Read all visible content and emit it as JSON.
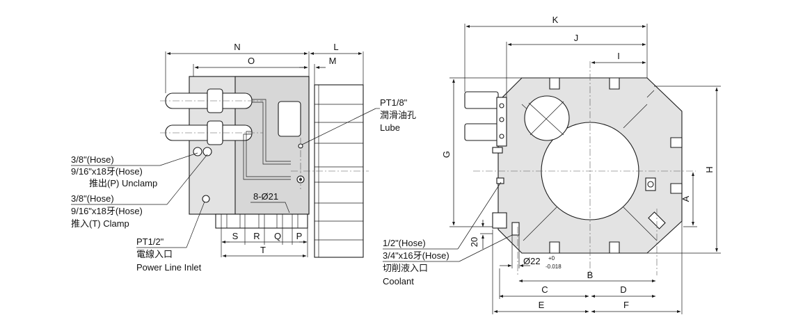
{
  "dimensions": {
    "N": "N",
    "O": "O",
    "L": "L",
    "M": "M",
    "S": "S",
    "R": "R",
    "Q": "Q",
    "P": "P",
    "T": "T",
    "K": "K",
    "J": "J",
    "I": "I",
    "G": "G",
    "H": "H",
    "A": "A",
    "B": "B",
    "C": "C",
    "D": "D",
    "E": "E",
    "F": "F",
    "twenty": "20",
    "phi22": "Ø22",
    "tol_plus": "+0",
    "tol_minus": "-0.018",
    "holes": "8-Ø21"
  },
  "callouts": {
    "lube": [
      "PT1/8\"",
      "潤滑油孔",
      "Lube"
    ],
    "unclamp": [
      "3/8\"(Hose)",
      "9/16\"x18牙(Hose)",
      "推出(P) Unclamp"
    ],
    "clamp": [
      "3/8\"(Hose)",
      "9/16\"x18牙(Hose)",
      "推入(T) Clamp"
    ],
    "power": [
      "PT1/2\"",
      "電線入口",
      "Power Line Inlet"
    ],
    "coolant": [
      "1/2\"(Hose)",
      "3/4\"x16牙(Hose)",
      "切削液入口",
      "Coolant"
    ]
  }
}
